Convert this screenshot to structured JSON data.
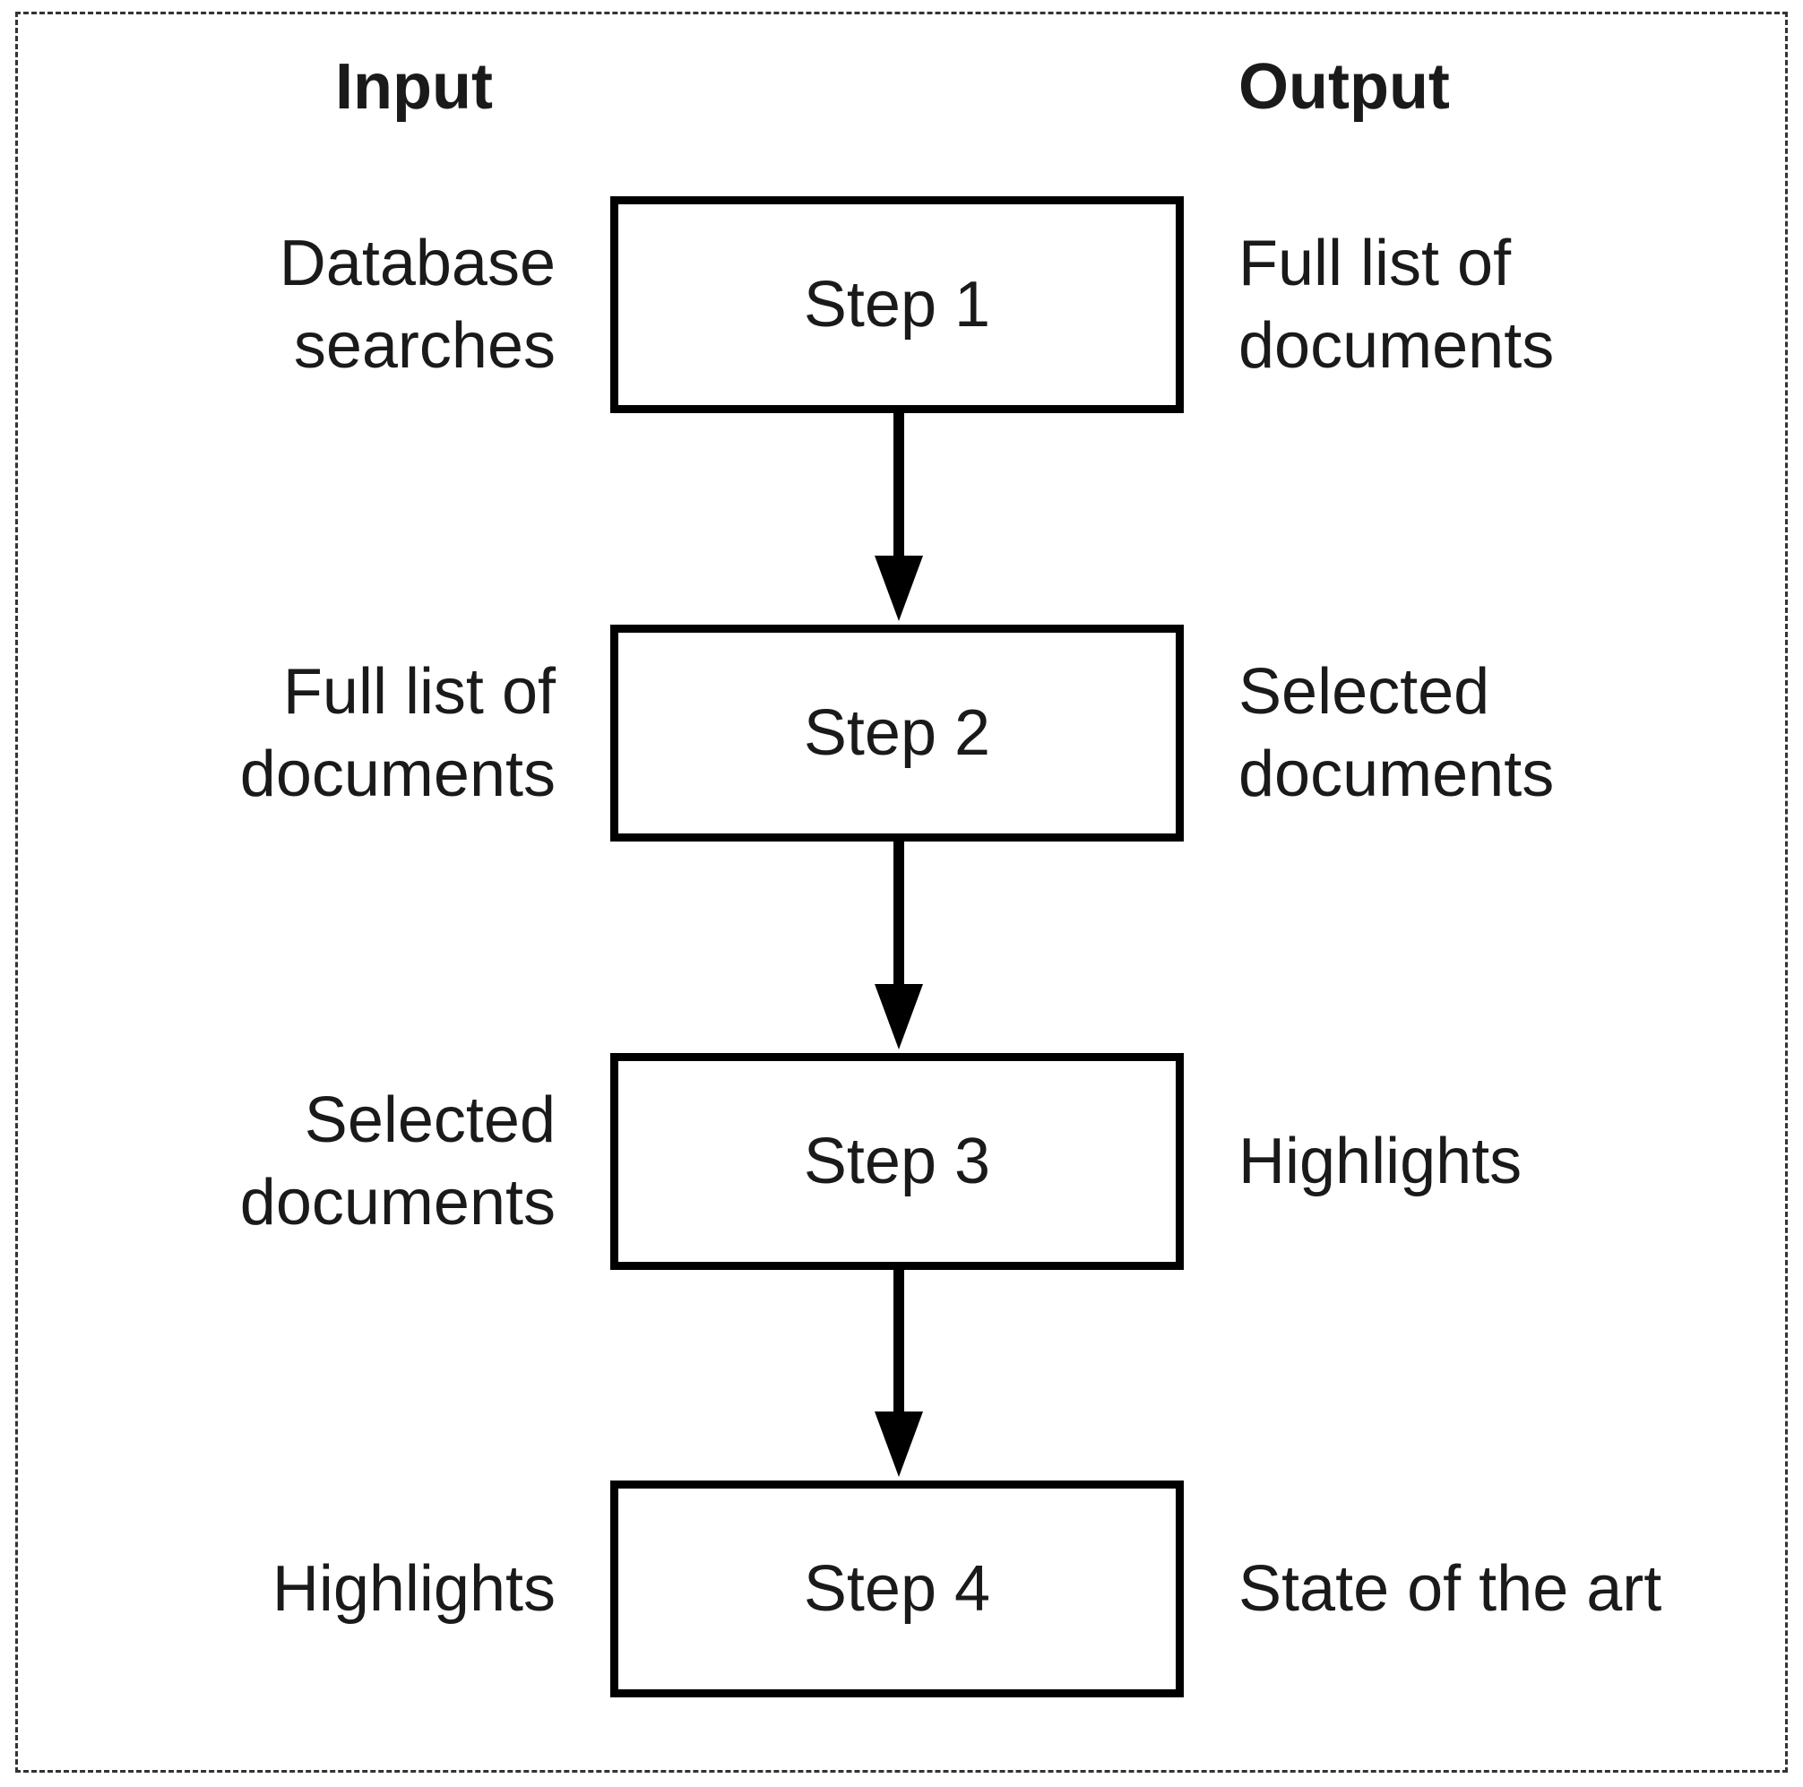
{
  "headers": {
    "input": "Input",
    "output": "Output"
  },
  "steps": [
    {
      "label": "Step 1",
      "input": [
        "Database",
        "searches"
      ],
      "output": [
        "Full list of",
        "documents"
      ]
    },
    {
      "label": "Step 2",
      "input": [
        "Full list of",
        "documents"
      ],
      "output": [
        "Selected",
        "documents"
      ]
    },
    {
      "label": "Step 3",
      "input": [
        "Selected",
        "documents"
      ],
      "output": [
        "Highlights"
      ]
    },
    {
      "label": "Step 4",
      "input": [
        "Highlights"
      ],
      "output": [
        "State of the art"
      ]
    }
  ]
}
